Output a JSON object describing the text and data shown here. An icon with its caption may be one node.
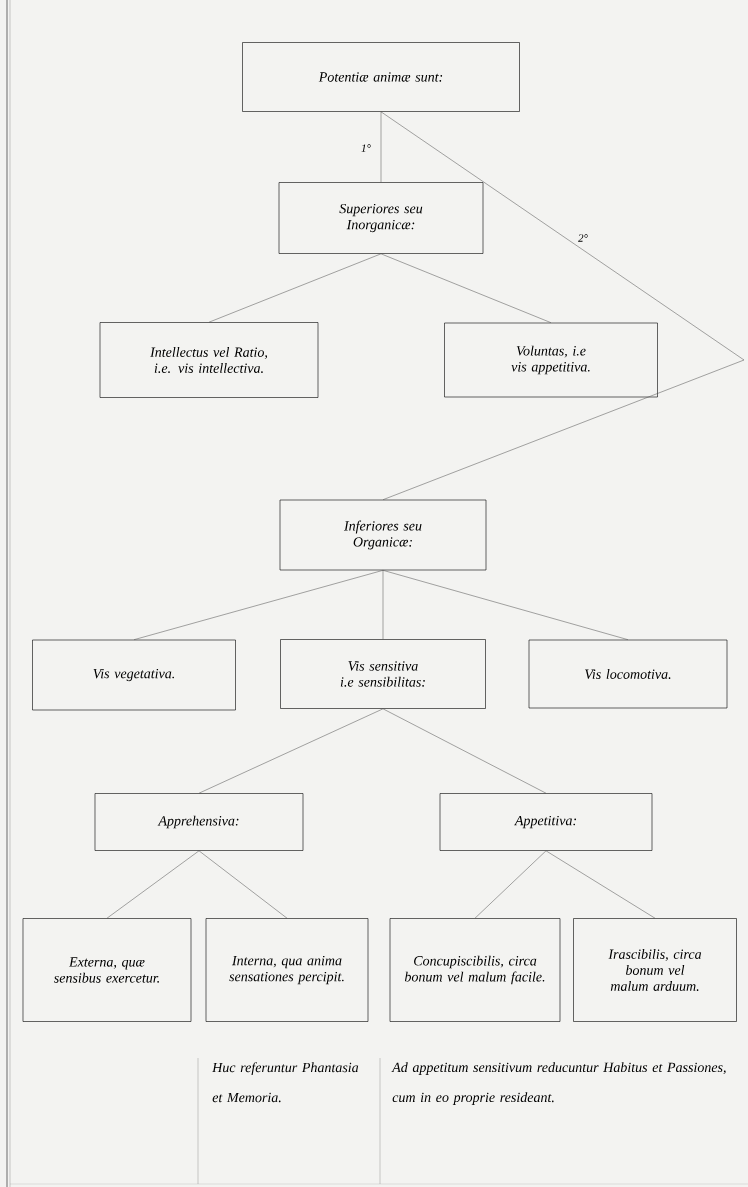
{
  "diagram": {
    "nodes": [
      {
        "text": [
          "Potentiæ animæ sunt:"
        ]
      },
      {
        "text": [
          "Superiores seu Inorganicæ:"
        ]
      },
      {
        "text": [
          "Intellectus vel Ratio, i.e. vis intellectiva."
        ]
      },
      {
        "text": [
          "Voluntas, i.e vis appetitiva."
        ]
      },
      {
        "text": [
          "Inferiores seu Organicæ:"
        ]
      },
      {
        "text": [
          "Vis vegetativa."
        ]
      },
      {
        "text": [
          "Vis sensitiva i.e sensibilitas:"
        ]
      },
      {
        "text": [
          "Vis locomotiva."
        ]
      },
      {
        "text": [
          "Apprehensiva:"
        ]
      },
      {
        "text": [
          "Appetitiva:"
        ]
      },
      {
        "text": [
          "Externa, quæ sensibus exercetur."
        ]
      },
      {
        "text": [
          "Interna, qua anima sensationes percipit."
        ]
      },
      {
        "text": [
          "Concupiscibilis, circa bonum vel malum facile."
        ]
      },
      {
        "text": [
          "Irascibilis, circa bonum vel malum arduum."
        ]
      }
    ],
    "edges": [
      {
        "from": 0,
        "to": 1,
        "arrow": "none",
        "label": "1°"
      },
      {
        "from": 0,
        "to": 4,
        "arrow": "none",
        "label": "2°"
      },
      {
        "from": 1,
        "to": 2,
        "arrow": "none"
      },
      {
        "from": 1,
        "to": 3,
        "arrow": "none"
      },
      {
        "from": 4,
        "to": 5,
        "arrow": "none"
      },
      {
        "from": 4,
        "to": 6,
        "arrow": "none"
      },
      {
        "from": 4,
        "to": 7,
        "arrow": "none"
      },
      {
        "from": 6,
        "to": 8,
        "arrow": "none"
      },
      {
        "from": 6,
        "to": 9,
        "arrow": "none"
      },
      {
        "from": 8,
        "to": 10,
        "arrow": "none"
      },
      {
        "from": 8,
        "to": 11,
        "arrow": "none"
      },
      {
        "from": 9,
        "to": 12,
        "arrow": "none"
      },
      {
        "from": 9,
        "to": 13,
        "arrow": "none"
      }
    ],
    "labels": [
      "Huc referuntur *Phantasia* et *Memoria*.",
      "Ad appetitum sensitivum reducuntur *Habitus* et *Passiones*, cum in eo proprie resideant."
    ]
  }
}
